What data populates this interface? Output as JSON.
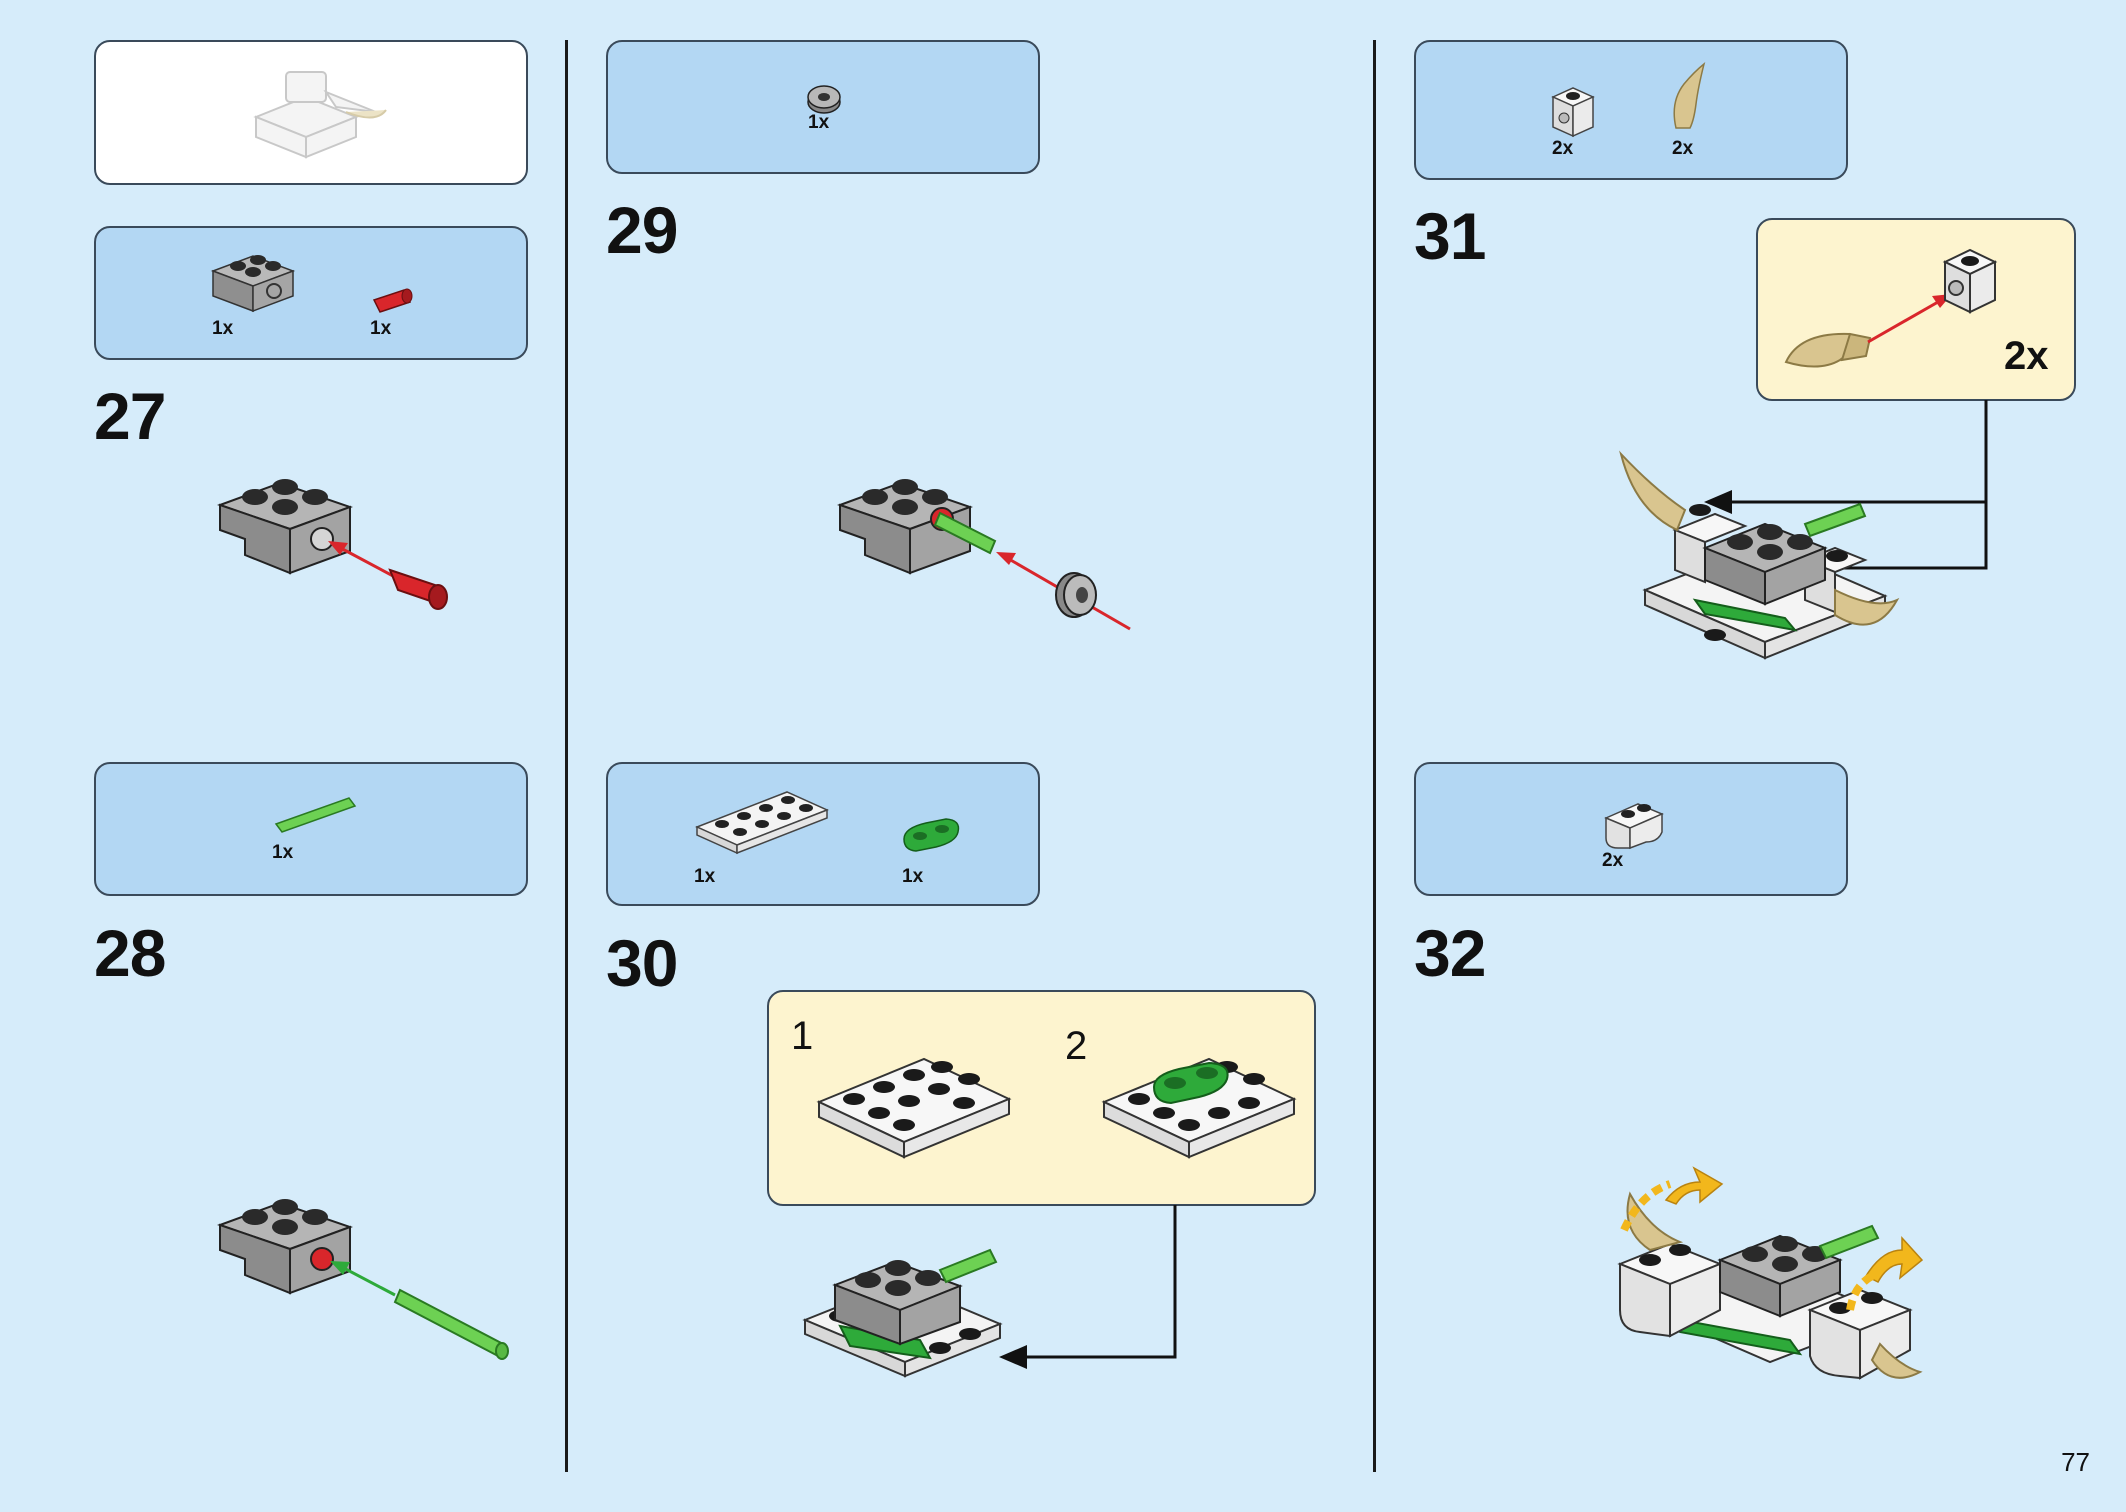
{
  "page_number": "77",
  "preview": {
    "icon": "previous-build-preview-icon"
  },
  "steps": [
    {
      "number": "27",
      "parts": [
        {
          "icon": "brick-2x2-axle-hole-gray-icon",
          "qty": "1x"
        },
        {
          "icon": "pin-connector-red-icon",
          "qty": "1x"
        }
      ]
    },
    {
      "number": "28",
      "parts": [
        {
          "icon": "axle-green-icon",
          "qty": "1x"
        }
      ]
    },
    {
      "number": "29",
      "parts": [
        {
          "icon": "bush-gray-icon",
          "qty": "1x"
        }
      ]
    },
    {
      "number": "30",
      "parts": [
        {
          "icon": "plate-2x4-white-icon",
          "qty": "1x"
        },
        {
          "icon": "plate-1x2-round-green-icon",
          "qty": "1x"
        }
      ],
      "substeps": [
        {
          "number": "1"
        },
        {
          "number": "2"
        }
      ]
    },
    {
      "number": "31",
      "parts": [
        {
          "icon": "brick-1x1-clip-white-icon",
          "qty": "2x"
        },
        {
          "icon": "horn-tan-icon",
          "qty": "2x"
        }
      ],
      "callout": {
        "multiplier": "2x"
      }
    },
    {
      "number": "32",
      "parts": [
        {
          "icon": "brick-curved-white-icon",
          "qty": "2x"
        }
      ]
    }
  ],
  "colors": {
    "background": "#d6ecfa",
    "parts_box": "#b3d7f3",
    "callout": "#fdf4cf",
    "arrow_red": "#d9262b",
    "arrow_green": "#2eaa3a",
    "rotation": "#f2b71c"
  }
}
